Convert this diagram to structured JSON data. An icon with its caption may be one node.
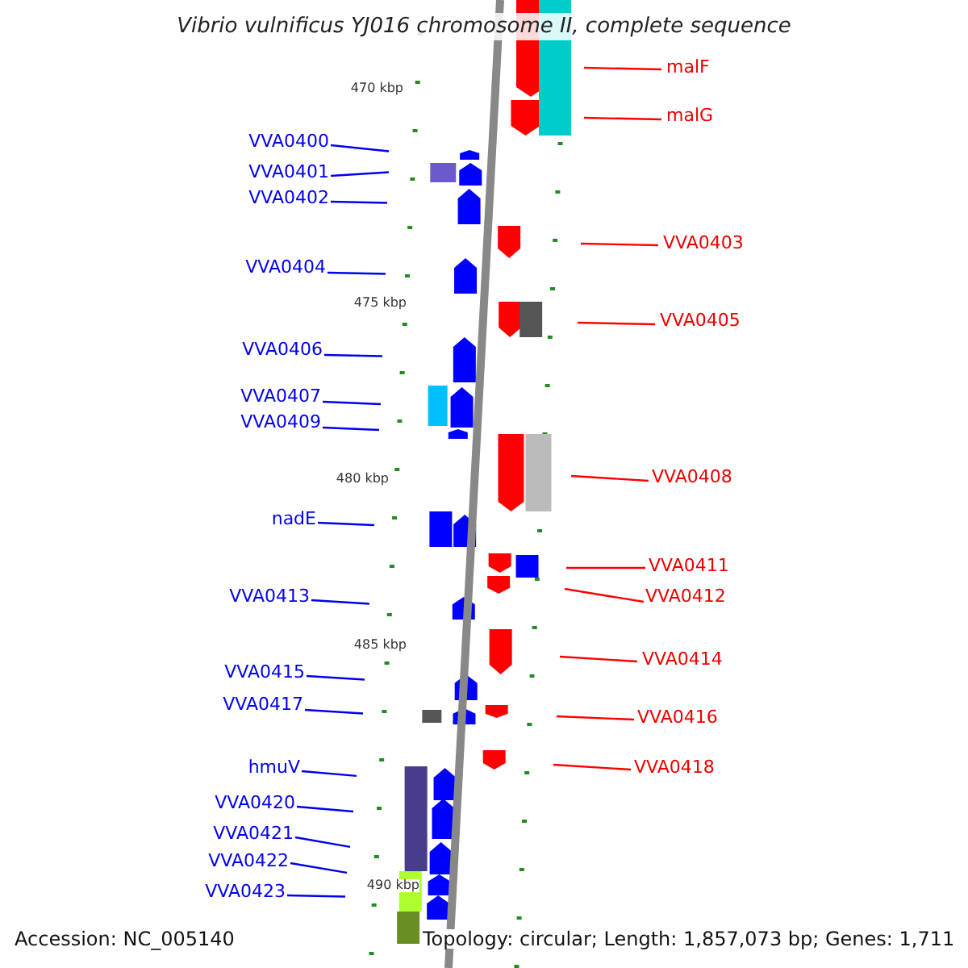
{
  "diagram": {
    "title": "Vibrio vulnificus YJ016 chromosome II, complete sequence",
    "nodes": [
      {
        "text": [
          "malF"
        ]
      },
      {
        "text": [
          "malG"
        ]
      },
      {
        "text": [
          "VVA0400"
        ]
      },
      {
        "text": [
          "VVA0401"
        ]
      },
      {
        "text": [
          "VVA0402"
        ]
      },
      {
        "text": [
          "VVA0403"
        ]
      },
      {
        "text": [
          "VVA0404"
        ]
      },
      {
        "text": [
          "VVA0405"
        ]
      },
      {
        "text": [
          "VVA0406"
        ]
      },
      {
        "text": [
          "VVA0407"
        ]
      },
      {
        "text": [
          "VVA0409"
        ]
      },
      {
        "text": [
          "VVA0408"
        ]
      },
      {
        "text": [
          "nadE"
        ]
      },
      {
        "text": [
          "VVA0411"
        ]
      },
      {
        "text": [
          "VVA0413"
        ]
      },
      {
        "text": [
          "VVA0412"
        ]
      },
      {
        "text": [
          "VVA0414"
        ]
      },
      {
        "text": [
          "VVA0415"
        ]
      },
      {
        "text": [
          "VVA0417"
        ]
      },
      {
        "text": [
          "VVA0416"
        ]
      },
      {
        "text": [
          "VVA0418"
        ]
      },
      {
        "text": [
          "hmuV"
        ]
      },
      {
        "text": [
          "VVA0420"
        ]
      },
      {
        "text": [
          "VVA0421"
        ]
      },
      {
        "text": [
          "VVA0422"
        ]
      },
      {
        "text": [
          "VVA0423"
        ]
      }
    ],
    "edges": [
      {
        "from": 0,
        "to": null,
        "arrow": "none",
        "color": "#ff0000"
      },
      {
        "from": 1,
        "to": null,
        "arrow": "none",
        "color": "#ff0000"
      },
      {
        "from": 2,
        "to": null,
        "arrow": "none"
      },
      {
        "from": 3,
        "to": null,
        "arrow": "none"
      },
      {
        "from": 4,
        "to": null,
        "arrow": "none"
      },
      {
        "from": 5,
        "to": null,
        "arrow": "none",
        "color": "#ff0000"
      },
      {
        "from": 6,
        "to": null,
        "arrow": "none"
      },
      {
        "from": 7,
        "to": null,
        "arrow": "none",
        "color": "#ff0000"
      },
      {
        "from": 8,
        "to": null,
        "arrow": "none"
      },
      {
        "from": 9,
        "to": null,
        "arrow": "none"
      },
      {
        "from": 10,
        "to": null,
        "arrow": "none"
      },
      {
        "from": 11,
        "to": null,
        "arrow": "none",
        "color": "#ff0000"
      },
      {
        "from": 12,
        "to": null,
        "arrow": "none"
      },
      {
        "from": 13,
        "to": null,
        "arrow": "none",
        "color": "#ff0000"
      },
      {
        "from": 14,
        "to": null,
        "arrow": "none"
      },
      {
        "from": 15,
        "to": null,
        "arrow": "none",
        "color": "#ff0000"
      },
      {
        "from": 16,
        "to": null,
        "arrow": "none",
        "color": "#ff0000"
      },
      {
        "from": 17,
        "to": null,
        "arrow": "none"
      },
      {
        "from": 18,
        "to": null,
        "arrow": "none"
      },
      {
        "from": 19,
        "to": null,
        "arrow": "none",
        "color": "#ff0000"
      },
      {
        "from": 20,
        "to": null,
        "arrow": "none",
        "color": "#ff0000"
      },
      {
        "from": 21,
        "to": null,
        "arrow": "none"
      },
      {
        "from": 22,
        "to": null,
        "arrow": "none"
      },
      {
        "from": 23,
        "to": null,
        "arrow": "none"
      },
      {
        "from": 24,
        "to": null,
        "arrow": "none"
      },
      {
        "from": 25,
        "to": null,
        "arrow": "none"
      }
    ],
    "labels": [
      "470 kbp",
      "475 kbp",
      "480 kbp",
      "485 kbp",
      "490 kbp",
      "Accession: NC_005140",
      "Topology: circular; Length: 1,857,073 bp; Genes: 1,711"
    ]
  }
}
